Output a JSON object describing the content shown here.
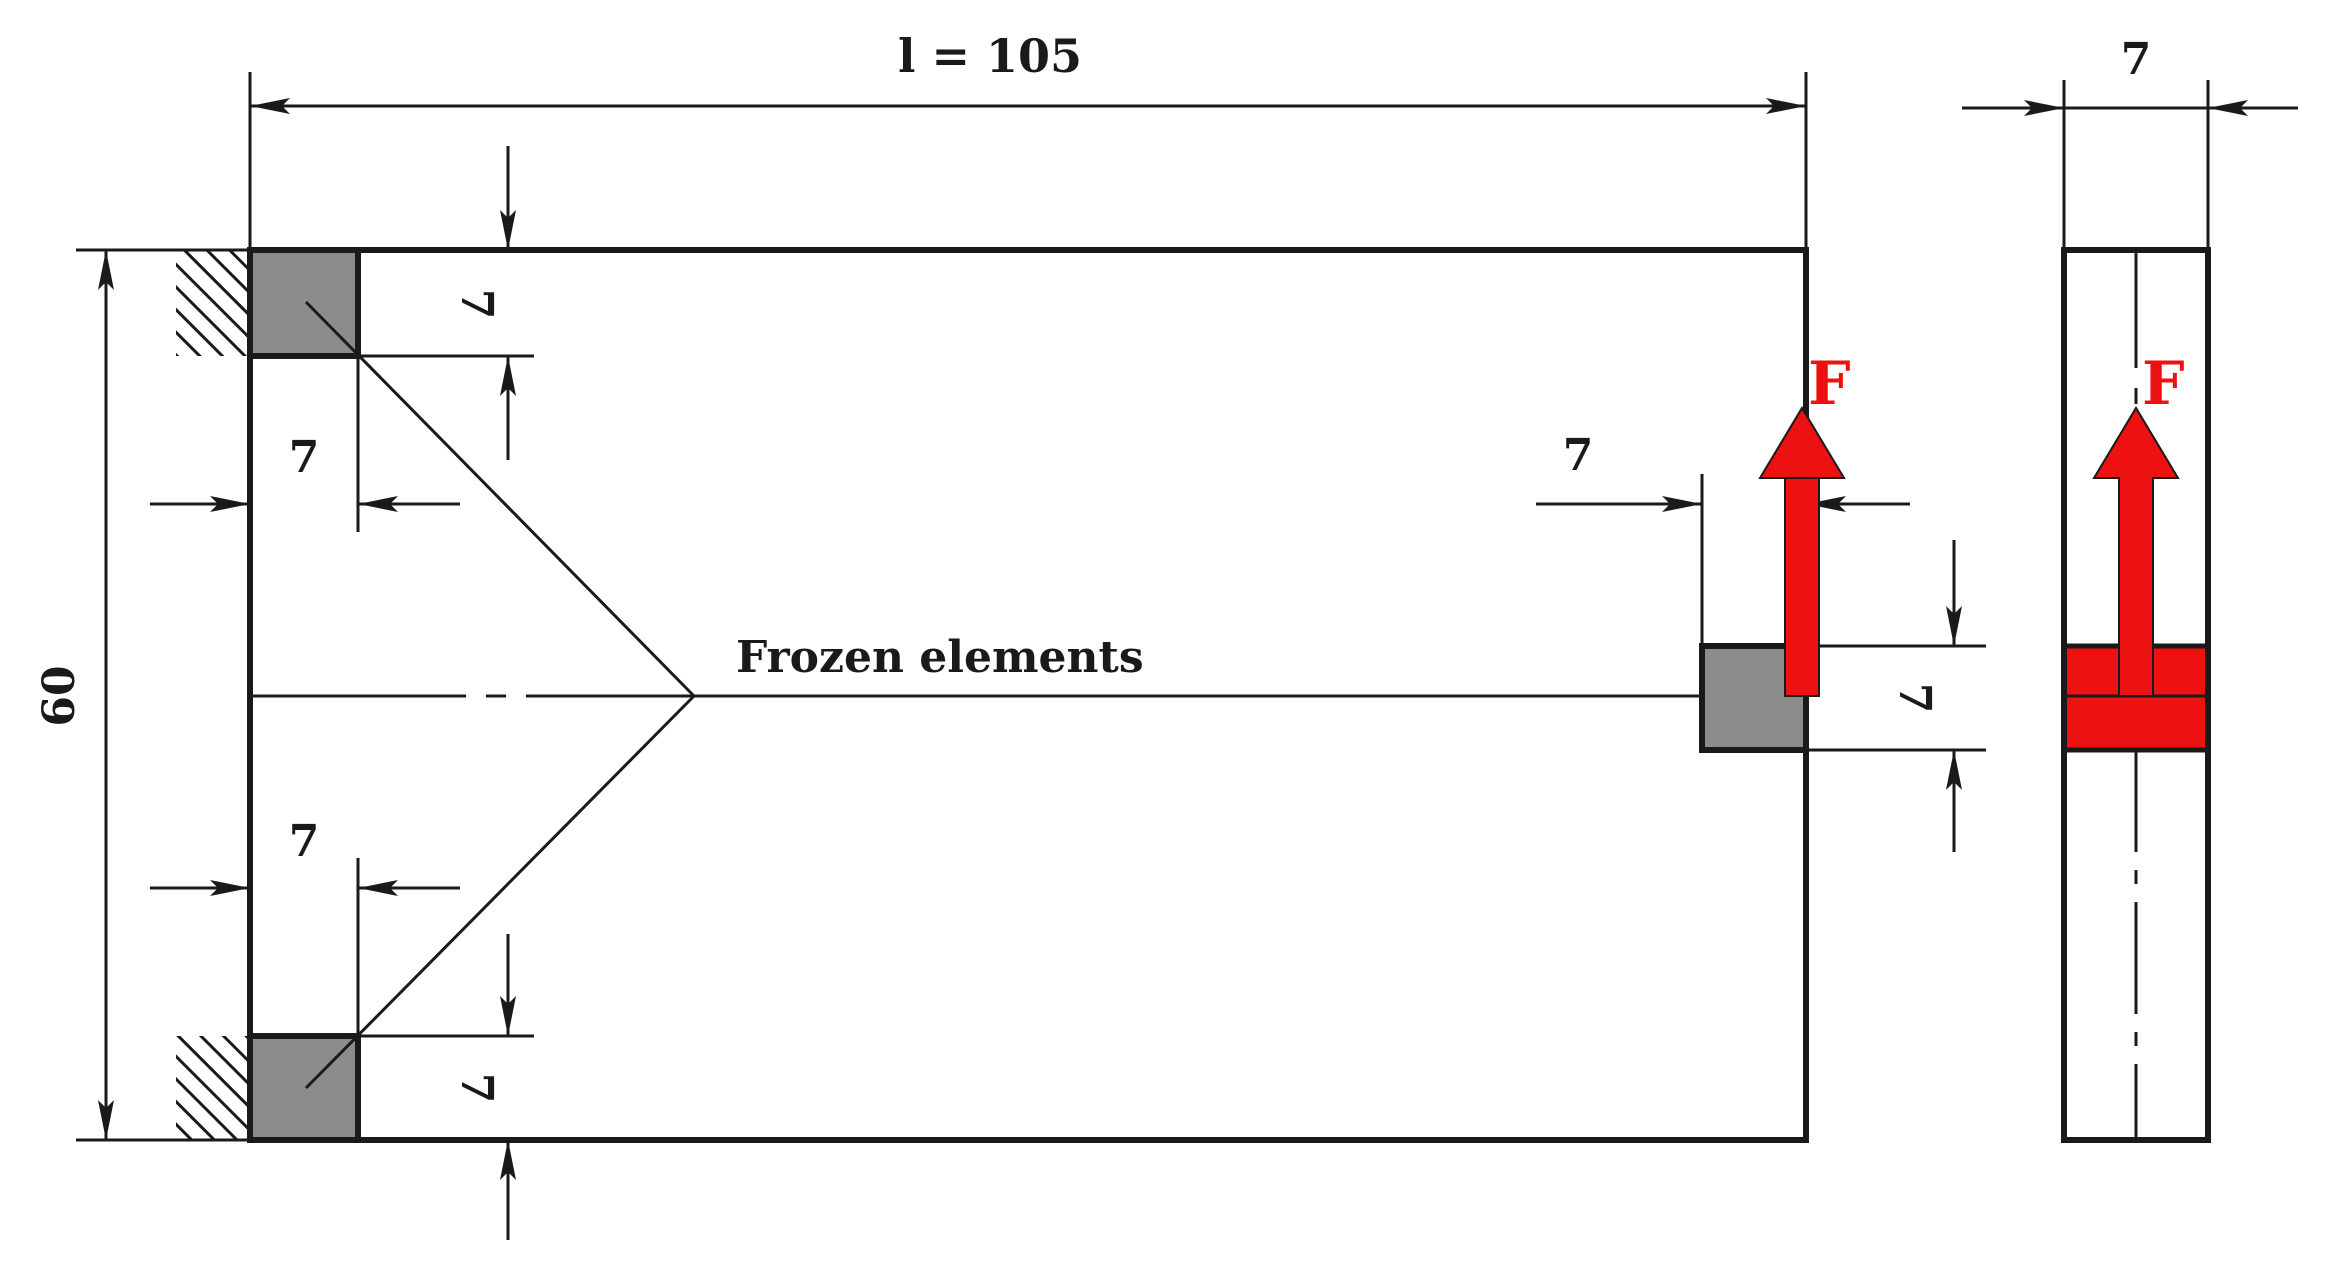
{
  "diagram": {
    "title_length": "l = 105",
    "height_label": "60",
    "thickness_label": "7",
    "dim_top_left_vertical": "7",
    "dim_top_left_horizontal": "7",
    "dim_bottom_left_horizontal": "7",
    "dim_bottom_left_vertical": "7",
    "dim_right_horizontal": "7",
    "dim_right_vertical": "7",
    "frozen_label": "Frozen elements",
    "force_label_front": "F",
    "force_label_side": "F",
    "colors": {
      "line": "#1a1a1a",
      "frozen_fill": "#8c8c8c",
      "force": "#ee1111",
      "hatch": "#1a1a1a",
      "background": "#ffffff"
    }
  }
}
